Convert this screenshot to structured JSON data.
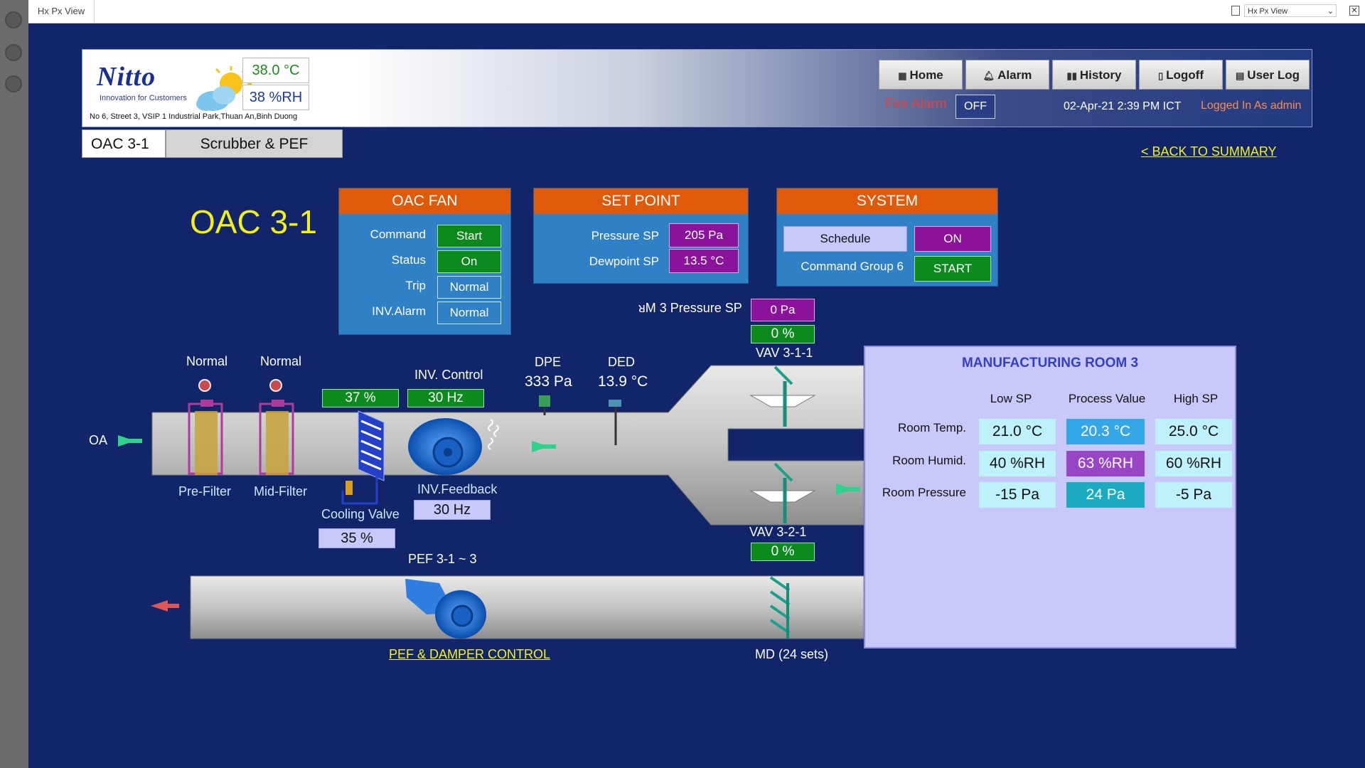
{
  "window": {
    "tab_title": "Hx Px View",
    "view_select": "Hx Px View",
    "close_glyph": "✕"
  },
  "header": {
    "logo": "Nitto",
    "tagline": "Innovation for Customers",
    "address": "No 6, Street 3, VSIP 1 Industrial Park,Thuan An,Binh Duong",
    "outdoor_temp": "38.0 °C",
    "outdoor_rh": "38 %RH",
    "nav": {
      "home": "Home",
      "alarm": "Alarm",
      "history": "History",
      "logoff": "Logoff",
      "user_log": "User Log"
    },
    "fire_alarm_label": "Fire Alarm",
    "fire_alarm_state": "OFF",
    "datetime": "02-Apr-21 2:39 PM ICT",
    "login": "Logged In As admin"
  },
  "breadcrumb": {
    "current": "OAC 3-1",
    "section": "Scrubber & PEF"
  },
  "back_link": "< BACK TO SUMMARY",
  "unit_title": "OAC 3-1",
  "oac_fan": {
    "title": "OAC FAN",
    "rows": [
      {
        "label": "Command",
        "value": "Start"
      },
      {
        "label": "Status",
        "value": "On"
      },
      {
        "label": "Trip",
        "value": "Normal"
      },
      {
        "label": "INV.Alarm",
        "value": "Normal"
      }
    ]
  },
  "set_point": {
    "title": "SET POINT",
    "rows": [
      {
        "label": "Pressure SP",
        "value": "205 Pa"
      },
      {
        "label": "Dewpoint SP",
        "value": "13.5 °C"
      }
    ]
  },
  "system": {
    "title": "SYSTEM",
    "schedule_label": "Schedule",
    "schedule_value": "ON",
    "cmd_group_label": "Command Group 6",
    "cmd_group_value": "START"
  },
  "room_pressure_sp": {
    "label": "ᴚM 3 Pressure SP",
    "value": "0 Pa"
  },
  "diagram": {
    "oa_label": "OA",
    "prefilter_status": "Normal",
    "midfilter_status": "Normal",
    "prefilter_label": "Pre-Filter",
    "midfilter_label": "Mid-Filter",
    "cooling_valve_label": "Cooling Valve",
    "cooling_valve_output": "37 %",
    "cooling_valve_feedback": "35 %",
    "inv_control_label": "INV. Control",
    "inv_control_value": "30 Hz",
    "inv_feedback_label": "INV.Feedback",
    "inv_feedback_value": "30 Hz",
    "dpe_label": "DPE",
    "dpe_value": "333 Pa",
    "ded_label": "DED",
    "ded_value": "13.9 °C",
    "vav1_label": "VAV 3-1-1",
    "vav1_value": "0 %",
    "vav2_label": "VAV 3-2-1",
    "vav2_value": "0 %",
    "pef_label": "PEF 3-1 ~ 3",
    "pef_link": "PEF & DAMPER CONTROL",
    "md_label": "MD (24 sets)"
  },
  "room": {
    "title": "MANUFACTURING ROOM 3",
    "col_low": "Low SP",
    "col_pv": "Process Value",
    "col_high": "High SP",
    "rows": [
      {
        "label": "Room Temp.",
        "low": "21.0 °C",
        "pv": "20.3 °C",
        "high": "25.0 °C"
      },
      {
        "label": "Room Humid.",
        "low": "40 %RH",
        "pv": "63 %RH",
        "high": "60 %RH"
      },
      {
        "label": "Room Pressure",
        "low": "-15 Pa",
        "pv": "24 Pa",
        "high": "-5 Pa"
      }
    ]
  },
  "colors": {
    "background": "#12256a",
    "panel": "#2f80c5",
    "panel_header": "#e05a0c",
    "status_green": "#0c8a1e",
    "setpoint_purple": "#8b139b",
    "title_yellow": "#f3ef1f",
    "room_panel": "#c9c8fa"
  }
}
